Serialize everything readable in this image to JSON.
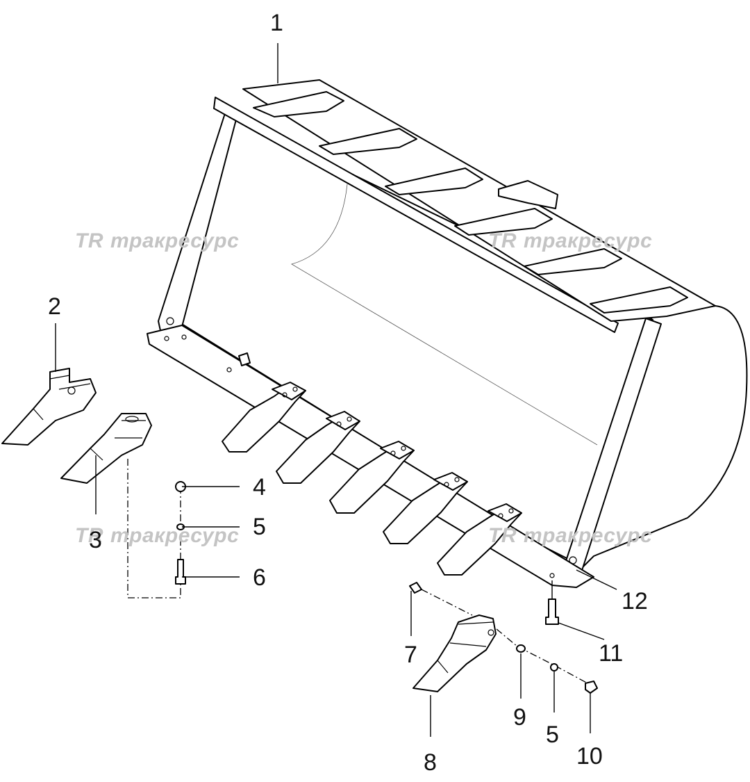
{
  "diagram": {
    "callouts": [
      {
        "id": "1",
        "label": "1"
      },
      {
        "id": "2",
        "label": "2"
      },
      {
        "id": "3",
        "label": "3"
      },
      {
        "id": "4",
        "label": "4"
      },
      {
        "id": "5a",
        "label": "5"
      },
      {
        "id": "6",
        "label": "6"
      },
      {
        "id": "7",
        "label": "7"
      },
      {
        "id": "8",
        "label": "8"
      },
      {
        "id": "9",
        "label": "9"
      },
      {
        "id": "5b",
        "label": "5"
      },
      {
        "id": "10",
        "label": "10"
      },
      {
        "id": "11",
        "label": "11"
      },
      {
        "id": "12",
        "label": "12"
      }
    ],
    "watermark": {
      "logo": "TR",
      "text": "тракресурс"
    },
    "colors": {
      "line": "#000000",
      "watermark": "#c4c4c4",
      "background": "#ffffff"
    }
  }
}
